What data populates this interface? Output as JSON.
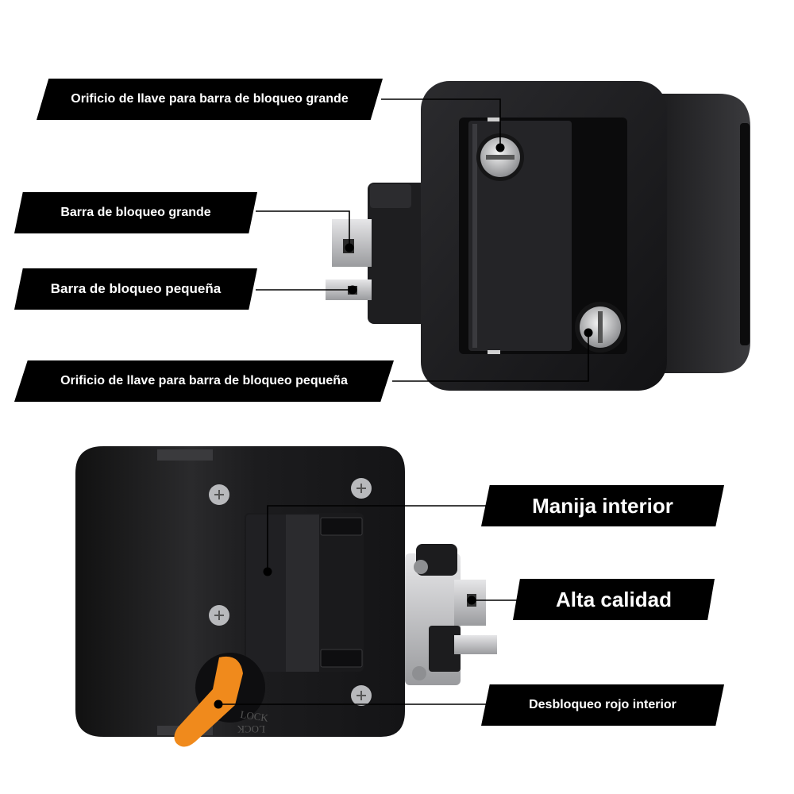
{
  "callouts": {
    "key_large": "Orificio de llave para barra de bloqueo grande",
    "bar_large": "Barra de bloqueo grande",
    "bar_small": "Barra de bloqueo pequeña",
    "key_small": "Orificio de llave para barra de bloqueo pequeña",
    "inner_handle": "Manija interior",
    "quality": "Alta calidad",
    "red_release": "Desbloqueo rojo interior"
  },
  "lever_markings": {
    "top": "LOCK",
    "bottom": "LOCK"
  },
  "colors": {
    "body": "#1c1c1e",
    "metal": "#c9cacc",
    "lever": "#f08a1c",
    "label_bg": "#000000",
    "label_text": "#ffffff"
  }
}
